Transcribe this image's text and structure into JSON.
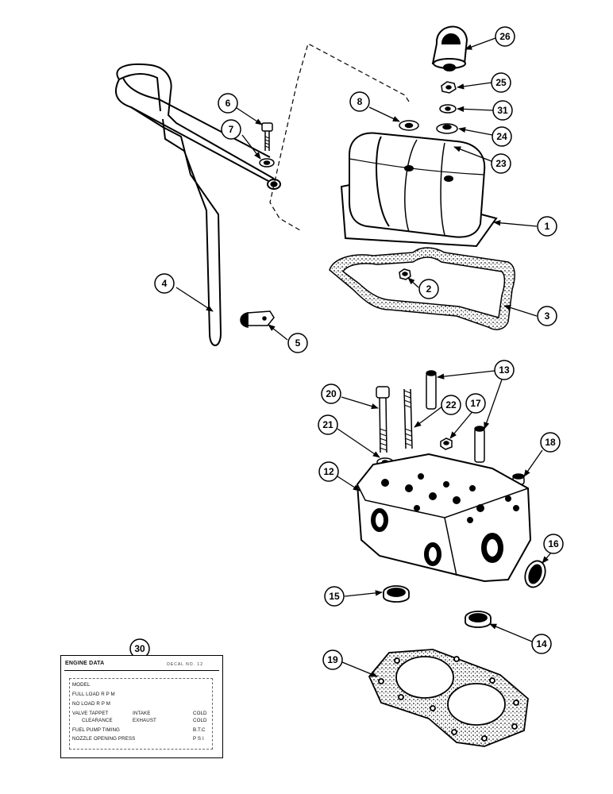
{
  "callouts": {
    "c1": "1",
    "c2": "2",
    "c3": "3",
    "c4": "4",
    "c5": "5",
    "c6": "6",
    "c7": "7",
    "c8": "8",
    "c12": "12",
    "c13": "13",
    "c14": "14",
    "c15": "15",
    "c16": "16",
    "c17": "17",
    "c18": "18",
    "c19": "19",
    "c20": "20",
    "c21": "21",
    "c22": "22",
    "c23": "23",
    "c24": "24",
    "c25": "25",
    "c26": "26",
    "c30": "30",
    "c31": "31"
  },
  "decal": {
    "title": "ENGINE DATA",
    "decal_no": "DECAL NO. 12",
    "model": "MODEL",
    "full_load": "FULL LOAD R P M",
    "no_load": "NO LOAD R P M",
    "valve_tappet": "VALVE TAPPET",
    "intake": "INTAKE",
    "cold1": "COLD",
    "clearance": "CLEARANCE",
    "exhaust": "EXHAUST",
    "cold2": "COLD",
    "fuel_pump": "FUEL PUMP TIMING",
    "btc": "B.T.C",
    "nozzle": "NOZZLE OPENING PRESS",
    "psi": "P S I"
  }
}
